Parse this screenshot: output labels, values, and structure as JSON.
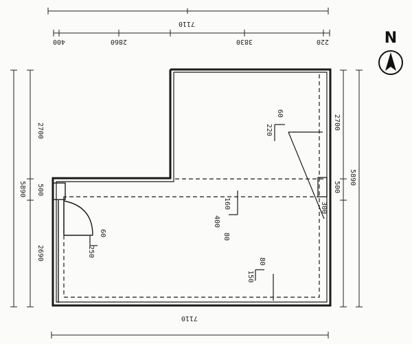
{
  "compass": {
    "label": "N",
    "icon": "north-arrow-icon"
  },
  "top_dimensions": {
    "total": "7110",
    "segments": [
      "400",
      "2860",
      "3830",
      "220"
    ]
  },
  "bottom_dimensions": {
    "total": "7110"
  },
  "left_dimensions": {
    "total": "5890",
    "segments": [
      "2700",
      "500",
      "2690"
    ]
  },
  "right_dimensions": {
    "total": "5890",
    "segments": [
      "2700",
      "500"
    ]
  },
  "interior_labels": {
    "upper_right_a": "60",
    "upper_right_b": "220",
    "center_a": "160",
    "center_b": "400",
    "center_c": "80",
    "left_a": "60",
    "left_b": "250",
    "lower_a": "80",
    "lower_b": "150",
    "right_edge": "300"
  },
  "colors": {
    "ink": "#1a1a1a",
    "paper": "#fbfbf9"
  }
}
